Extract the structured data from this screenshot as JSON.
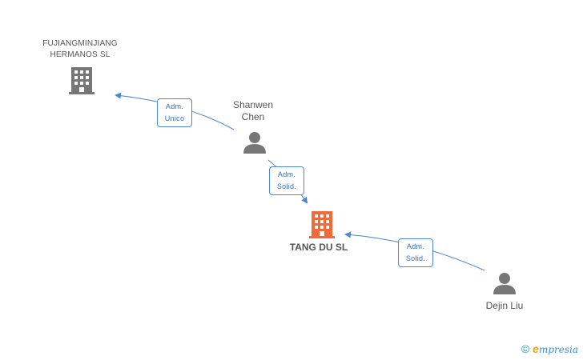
{
  "nodes": {
    "company_left": {
      "label_line1": "FUJIANGMINJIANG",
      "label_line2": "HERMANOS SL"
    },
    "person_top": {
      "label_line1": "Shanwen",
      "label_line2": "Chen"
    },
    "company_main": {
      "label": "TANG DU SL"
    },
    "person_bottom": {
      "label": "Dejin Liu"
    }
  },
  "edges": [
    {
      "line1": "Adm.",
      "line2": "Unico"
    },
    {
      "line1": "Adm.",
      "line2": "Solid."
    },
    {
      "line1": "Adm.",
      "line2": "Solid."
    }
  ],
  "colors": {
    "edge": "#4a86d4",
    "company_icon": "#777777",
    "main_company_icon": "#f26a3a",
    "person_icon": "#777777"
  },
  "brand": {
    "copyright_symbol": "©",
    "first_letter": "e",
    "rest": "mpresia"
  }
}
